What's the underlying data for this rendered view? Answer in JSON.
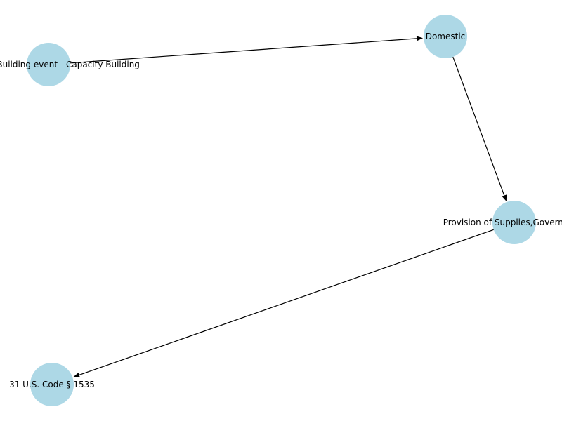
{
  "diagram": {
    "type": "directed-graph",
    "node_color": "#add8e6",
    "edge_color": "#000000",
    "nodes": [
      {
        "id": "n1",
        "label": "Capacity Building event - Capacity Building"
      },
      {
        "id": "n2",
        "label": "Domestic"
      },
      {
        "id": "n3",
        "label": "Provision of Supplies,Government"
      },
      {
        "id": "n4",
        "label": "31 U.S. Code § 1535"
      }
    ],
    "edges": [
      {
        "from": "n1",
        "to": "n2"
      },
      {
        "from": "n2",
        "to": "n3"
      },
      {
        "from": "n3",
        "to": "n4"
      }
    ]
  }
}
